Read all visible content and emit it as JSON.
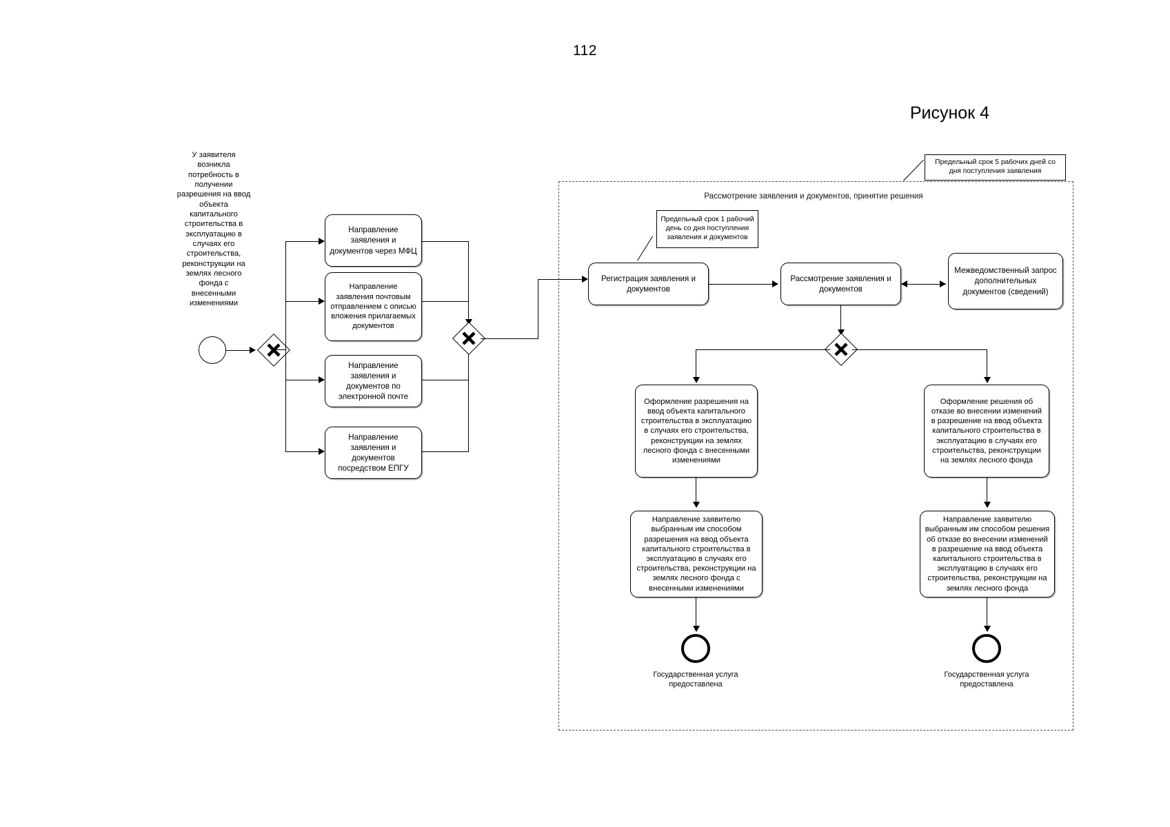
{
  "page": {
    "number": "112",
    "figure_title": "Рисунок 4"
  },
  "start_event": {
    "description": "У заявителя возникла потребность в получении разрешения на ввод объекта капитального строительства в эксплуатацию в случаях его строительства, реконструкции на землях лесного фонда с внесенными изменениями",
    "icon": "start-event-circle"
  },
  "gateways": [
    {
      "name": "split-gateway",
      "type": "exclusive",
      "symbol": "X"
    },
    {
      "name": "merge-gateway",
      "type": "exclusive",
      "symbol": "X"
    },
    {
      "name": "decision-gateway",
      "type": "exclusive",
      "symbol": "X"
    }
  ],
  "submission_tasks": [
    {
      "label": "Направление заявления и документов через МФЦ"
    },
    {
      "label": "Направление заявления почтовым отправлением с описью вложения прилагаемых документов"
    },
    {
      "label": "Направление заявления и документов по электронной почте"
    },
    {
      "label": "Направление заявления и документов посредством ЕПГУ"
    }
  ],
  "pool": {
    "label": "Рассмотрение заявления и документов, принятие решения",
    "annotation": "Предельный срок 5 рабочих дней со дня поступления заявления"
  },
  "process_tasks": {
    "registration": "Регистрация заявления и документов",
    "registration_annotation": "Предельный срок 1 рабочий день со дня поступления заявления и документов",
    "review": "Рассмотрение заявления и документов",
    "interagency": "Межведомственный запрос дополнительных документов (сведений)"
  },
  "outcome_positive": {
    "decision": "Оформление разрешения на ввод объекта капитального строительства в эксплуатацию в случаях его строительства, реконструкции на землях лесного фонда с внесенными изменениями",
    "delivery": "Направление заявителю выбранным им способом разрешения на ввод объекта капитального строительства в эксплуатацию в случаях его строительства, реконструкции на землях лесного фонда с внесенными изменениями",
    "end_label": "Государственная услуга предоставлена"
  },
  "outcome_negative": {
    "decision": "Оформление решения об отказе во внесении изменений в разрешение на ввод объекта капитального строительства в эксплуатацию в случаях его строительства, реконструкции на землях лесного фонда",
    "delivery": "Направление заявителю выбранным им способом решения об отказе  во внесении изменений в разрешение на ввод объекта капитального строительства в эксплуатацию в случаях его строительства, реконструкции на землях лесного фонда",
    "end_label": "Государственная услуга предоставлена"
  },
  "colors": {
    "stroke": "#000000",
    "pool_border": "#4d4d4d",
    "background": "#ffffff"
  }
}
